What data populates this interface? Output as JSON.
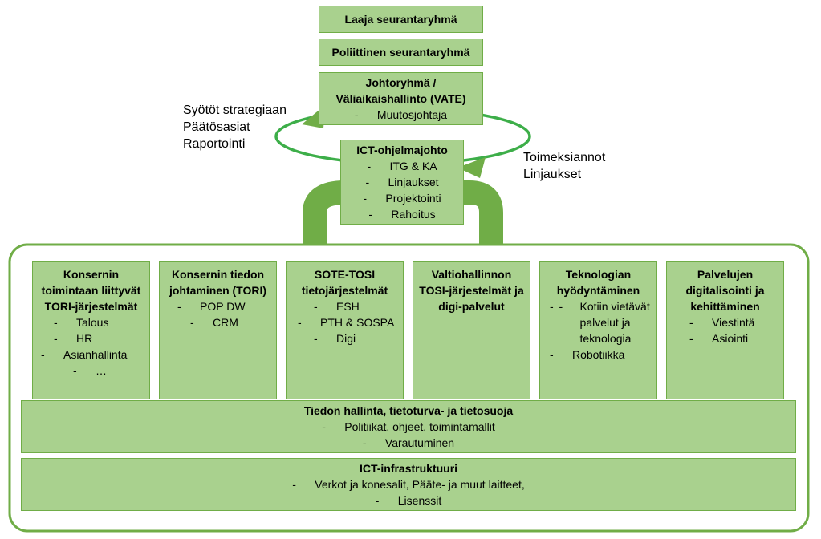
{
  "top_boxes": {
    "laaja": "Laaja seurantaryhmä",
    "poliittinen": "Poliittinen seurantaryhmä",
    "johtoryhma": {
      "title": "Johtoryhmä / Väliaikaishallinto (VATE)",
      "items": [
        "Muutosjohtaja"
      ]
    },
    "ict_ohjelmajohto": {
      "title": "ICT-ohjelmajohto",
      "items": [
        "ITG & KA",
        "Linjaukset",
        "Projektointi",
        "Rahoitus"
      ]
    }
  },
  "annotations": {
    "left": [
      "Syötöt strategiaan",
      "Päätösasiat",
      "Raportointi"
    ],
    "right": [
      "Toimeksiannot",
      "Linjaukset"
    ]
  },
  "columns": [
    {
      "title": "Konsernin toimintaan liittyvät TORI-järjestelmät",
      "items": [
        "Talous",
        "HR",
        "Asianhallinta",
        "…"
      ]
    },
    {
      "title": "Konsernin tiedon johtaminen (TORI)",
      "items": [
        "POP DW",
        "CRM"
      ]
    },
    {
      "title": "SOTE-TOSI tietojärjestelmät",
      "items": [
        "ESH",
        "PTH & SOSPA",
        "Digi"
      ]
    },
    {
      "title": "Valtiohallinnon TOSI-järjestelmät ja digi-palvelut",
      "items": []
    },
    {
      "title": "Teknologian hyödyntäminen",
      "items": [
        "Kotiin vietävät palvelut ja teknologia",
        "Robotiikka"
      ]
    },
    {
      "title": "Palvelujen digitalisointi ja kehittäminen",
      "items": [
        "Viestintä",
        "Asiointi"
      ]
    }
  ],
  "bands": [
    {
      "title": "Tiedon hallinta, tietoturva- ja tietosuoja",
      "items": [
        "Politiikat, ohjeet, toimintamallit",
        "Varautuminen"
      ]
    },
    {
      "title": "ICT-infrastruktuuri",
      "items": [
        "Verkot ja konesalit, Pääte- ja muut laitteet,",
        "Lisenssit"
      ]
    }
  ],
  "colors": {
    "box_fill": "#a9d18e",
    "box_border": "#70ad47",
    "arrow": "#70ad47",
    "arch": "#70ad47"
  }
}
